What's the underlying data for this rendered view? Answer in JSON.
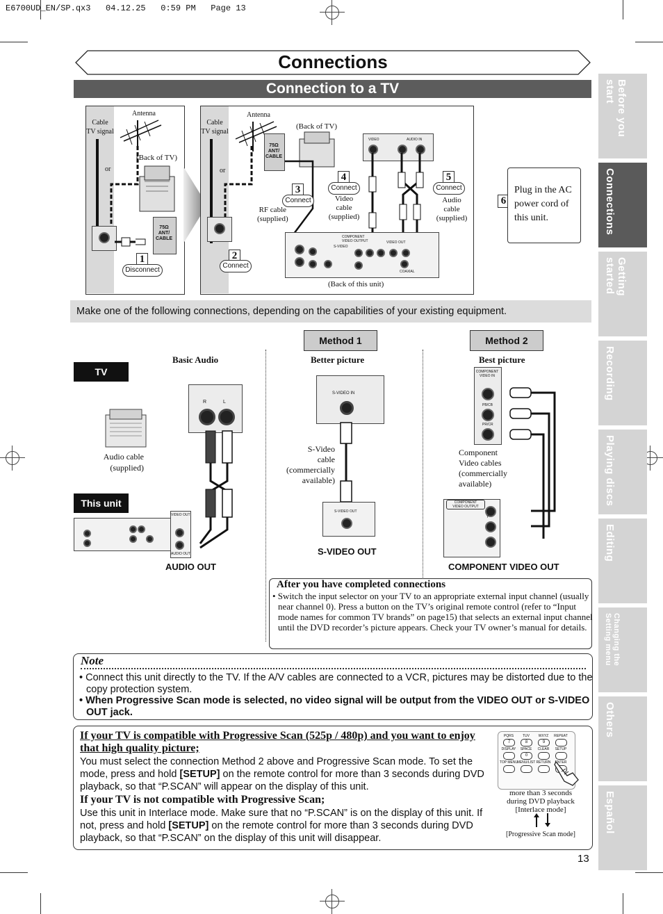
{
  "print_header": "E6700UD_EN/SP.qx3   04.12.25   0:59 PM   Page 13",
  "page_title": "Connections",
  "section_title": "Connection to a TV",
  "side_tabs": [
    {
      "label": "Before you start",
      "active": false
    },
    {
      "label": "Connections",
      "active": true
    },
    {
      "label": "Getting started",
      "active": false
    },
    {
      "label": "Recording",
      "active": false
    },
    {
      "label": "Playing discs",
      "active": false
    },
    {
      "label": "Editing",
      "active": false
    },
    {
      "label": "Changing the Setting menu",
      "active": false
    },
    {
      "label": "Others",
      "active": false
    },
    {
      "label": "Español",
      "active": false
    }
  ],
  "diagram1": {
    "cable_tv_signal": "Cable\nTV signal",
    "antenna": "Antenna",
    "or": "or",
    "back_of_tv": "(Back of TV)",
    "step1_number": "1",
    "step1_label": "Disconnect",
    "ant_cable_text": "75Ω\nANT/\nCABLE"
  },
  "diagram2": {
    "cable_tv_signal": "Cable\nTV signal",
    "antenna": "Antenna",
    "or": "or",
    "back_of_tv": "(Back of TV)",
    "step2_number": "2",
    "step2_label": "Connect",
    "step3_number": "3",
    "step3_label": "Connect",
    "rf_cable": "RF cable\n(supplied)",
    "step4_number": "4",
    "step4_label": "Connect",
    "video_cable": "Video\ncable\n(supplied)",
    "step5_number": "5",
    "step5_label": "Connect",
    "audio_cable": "Audio\ncable\n(supplied)",
    "back_of_unit": "(Back of this unit)",
    "tv_jack_video": "VIDEO",
    "tv_jack_audio": "AUDIO IN",
    "ant_cable_text": "75Ω\nANT/\nCABLE",
    "unit_component": "COMPONENT\nVIDEO OUTPUT",
    "unit_coaxial": "COAXIAL",
    "unit_svideo": "S-VIDEO",
    "unit_video_out": "VIDEO OUT"
  },
  "step6": {
    "number": "6",
    "text": "Plug in the AC power cord of this unit."
  },
  "intro_text": "Make one of the following connections, depending on the capabilities of your existing equipment.",
  "methods": {
    "method1": "Method 1",
    "method2": "Method 2",
    "basic_audio": "Basic Audio",
    "better_picture": "Better picture",
    "best_picture": "Best picture"
  },
  "badges": {
    "tv": "TV",
    "this_unit": "This unit"
  },
  "basic_audio": {
    "audio_cable": "Audio cable\n(supplied)",
    "jack_r": "R",
    "jack_l": "L",
    "video_out": "VIDEO OUT",
    "audio_out_small": "AUDIO OUT",
    "footer": "AUDIO OUT"
  },
  "svideo": {
    "in_label": "S-VIDEO IN",
    "out_label": "S-VIDEO OUT",
    "cable_label": "S-Video\ncable\n(commercially\navailable)",
    "footer": "S-VIDEO OUT"
  },
  "component": {
    "in_label": "COMPONENT\nVIDEO IN",
    "out_label": "COMPONENT\nVIDEO OUTPUT",
    "y": "Y",
    "pb": "PB/CB",
    "pr": "PR/CR",
    "cable_label": "Component\nVideo cables\n(commercially\navailable)",
    "footer": "COMPONENT VIDEO OUT"
  },
  "after_box": {
    "title": "After you have completed connections",
    "body": "• Switch the input selector on your TV to an appropriate external input channel (usually near channel 0). Press a button on the TV’s original remote control (refer to “Input mode names for common TV brands” on page15) that selects an external input channel until the DVD recorder’s picture appears. Check your TV owner’s manual for details."
  },
  "note": {
    "title": "Note",
    "bullet1": "• Connect this unit directly to the TV. If the A/V cables are connected to a VCR, pictures may be distorted due to the copy protection system.",
    "bullet2": "• When Progressive Scan mode is selected, no video signal will be output from the VIDEO OUT or S-VIDEO OUT jack."
  },
  "progressive": {
    "heading1": "If your TV is compatible with Progressive Scan (525p / 480p) and you want to enjoy that high quality picture;",
    "para1_a": "You must select the connection Method 2 above and Progressive Scan mode. To set the mode, press and hold ",
    "para1_b": "[SETUP]",
    "para1_c": " on the remote control for more than 3 seconds during DVD playback, so that “P.SCAN” will appear on the display of this unit.",
    "heading2": "If your TV is not compatible with Progressive Scan;",
    "para2_a": "Use this unit in Interlace mode. Make sure that no “P.SCAN” is on the display of this unit. If not, press and hold ",
    "para2_b": "[SETUP]",
    "para2_c": " on the remote control for more than 3 seconds during DVD playback, so that “P.SCAN” on the display of this unit will disappear."
  },
  "remote": {
    "row1": [
      "PQRS",
      "TUV",
      "WXYZ",
      "REPEAT"
    ],
    "row1_keys": [
      "7",
      "8",
      "9",
      ""
    ],
    "row2": [
      "DISPLAY",
      "SPACE",
      "CLEAR",
      "SETUP"
    ],
    "row2_keys": [
      "",
      "0",
      "",
      ""
    ],
    "row3": [
      "TOP MENU",
      "MENU/LIST",
      "RETURN",
      "ENTER"
    ],
    "caption1": "more than 3 seconds\nduring DVD playback\n[Interlace mode]",
    "caption2": "[Progressive Scan mode]"
  },
  "page_number": "13"
}
